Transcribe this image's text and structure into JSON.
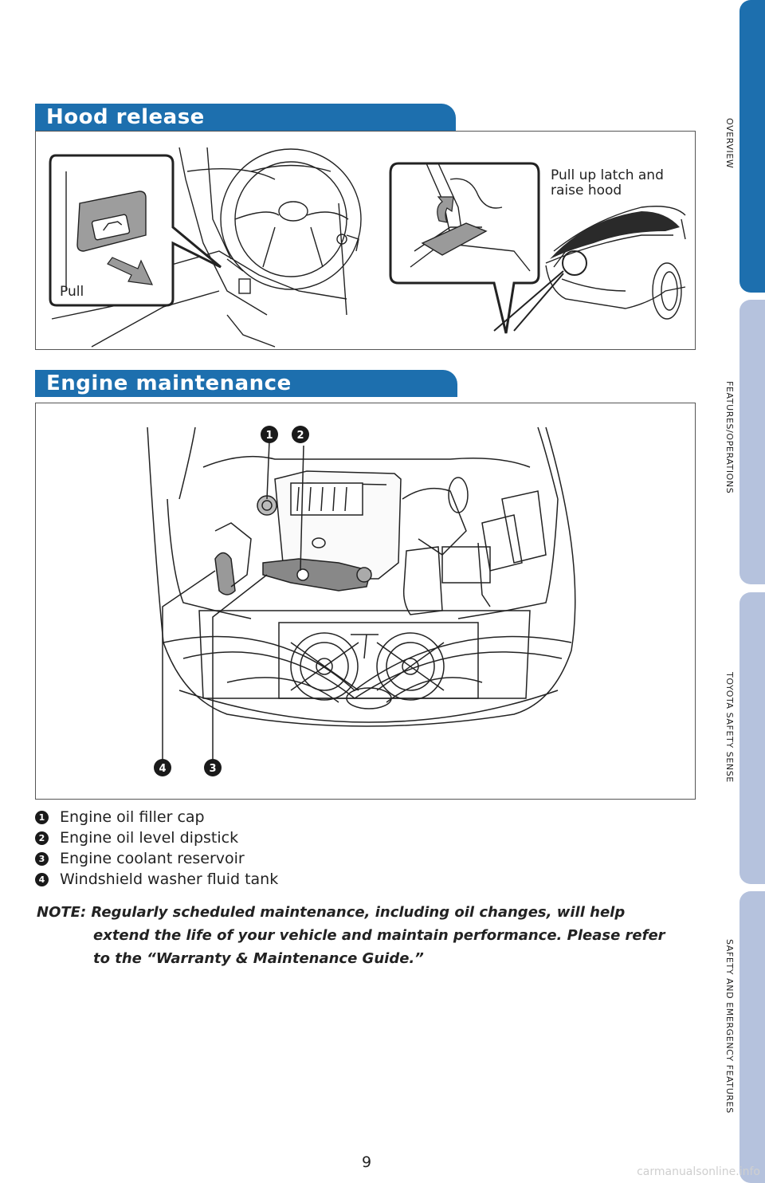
{
  "hood_release": {
    "title": "Hood release",
    "pull_label": "Pull",
    "latch_label_line1": "Pull up latch and",
    "latch_label_line2": "raise hood"
  },
  "engine_maintenance": {
    "title": "Engine maintenance",
    "callouts": [
      "1",
      "2",
      "3",
      "4"
    ],
    "items": [
      {
        "num": "1",
        "label": "Engine oil filler cap"
      },
      {
        "num": "2",
        "label": "Engine oil level dipstick"
      },
      {
        "num": "3",
        "label": "Engine coolant reservoir"
      },
      {
        "num": "4",
        "label": "Windshield washer fluid tank"
      }
    ]
  },
  "note": {
    "line1": "NOTE: Regularly scheduled maintenance, including oil changes, will help",
    "line2": "extend the life of your vehicle and maintain performance. Please refer",
    "line3": "to the “Warranty & Maintenance Guide.”"
  },
  "side_tabs": [
    {
      "label": "OVERVIEW",
      "active": true
    },
    {
      "label": "FEATURES/OPERATIONS",
      "active": false
    },
    {
      "label": "TOYOTA SAFETY SENSE",
      "active": false
    },
    {
      "label": "SAFETY AND EMERGENCY FEATURES",
      "active": false
    }
  ],
  "page_number": "9",
  "watermark": "carmanualsonline.info",
  "colors": {
    "accent": "#1d6fae",
    "tab_inactive": "#b5c2dd"
  }
}
